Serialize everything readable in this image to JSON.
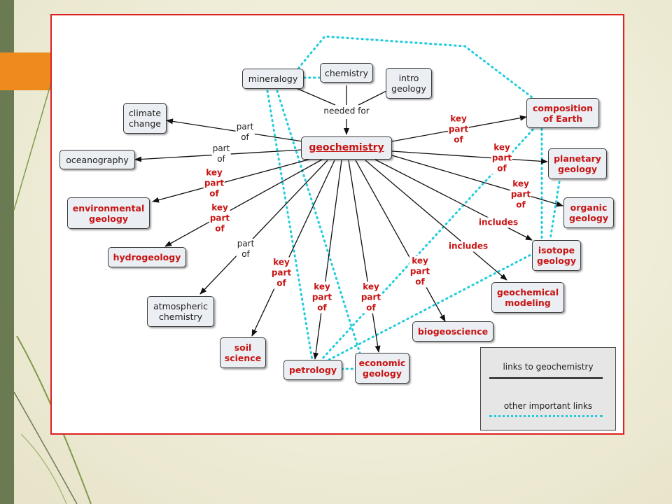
{
  "colors": {
    "accent_red": "#c81414",
    "dotted_link": "#22ccdd",
    "frame_border": "#dd2222"
  },
  "nodes": {
    "mineralogy": "mineralogy",
    "chemistry": "chemistry",
    "intro_geology": "intro\ngeology",
    "climate_change": "climate\nchange",
    "composition_of_earth": "composition\nof Earth",
    "geochemistry": "geochemistry",
    "oceanography": "oceanography",
    "planetary_geology": "planetary\ngeology",
    "environmental_geology": "environmental\ngeology",
    "organic_geology": "organic\ngeology",
    "hydrogeology": "hydrogeology",
    "isotope_geology": "isotope\ngeology",
    "atmospheric_chemistry": "atmospheric\nchemistry",
    "geochemical_modeling": "geochemical\nmodeling",
    "biogeoscience": "biogeoscience",
    "soil_science": "soil\nscience",
    "petrology": "petrology",
    "economic_geology": "economic\ngeology"
  },
  "labels": {
    "needed_for": "needed for",
    "part_of_climate": "part\nof",
    "part_of_ocean": "part\nof",
    "key_part_env": "key\npart\nof",
    "key_part_hydro": "key\npart\nof",
    "part_of_atmos": "part\nof",
    "key_part_soil": "key\npart\nof",
    "key_part_petro": "key\npart\nof",
    "key_part_econ": "key\npart\nof",
    "key_part_bio": "key\npart\nof",
    "includes_model": "includes",
    "includes_isotope": "includes",
    "key_part_organic": "key\npart\nof",
    "key_part_planetary": "key\npart\nof",
    "key_part_composition": "key\npart\nof"
  },
  "legend": {
    "solid_label": "links to geochemistry",
    "dotted_label": "other important links"
  }
}
